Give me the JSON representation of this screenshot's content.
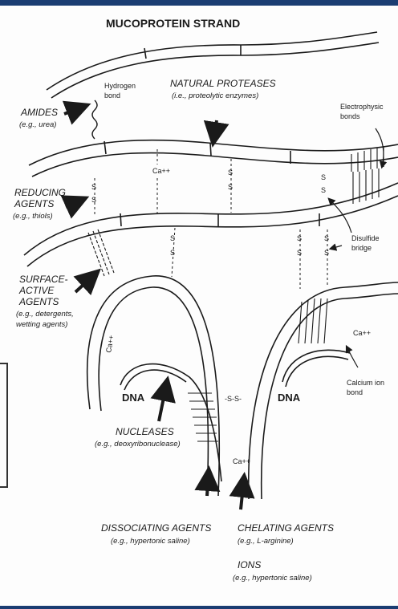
{
  "title": "MUCOPROTEIN STRAND",
  "labels": {
    "hydrogen_bond": [
      "Hydrogen",
      "bond"
    ],
    "natural_proteases": "NATURAL PROTEASES",
    "natural_proteases_sub": "(i.e., proteolytic enzymes)",
    "electrophysic": [
      "Electrophysic",
      "bonds"
    ],
    "amides": "AMIDES",
    "amides_sub": "(e.g., urea)",
    "reducing": [
      "REDUCING",
      "AGENTS"
    ],
    "reducing_sub": "(e.g., thiols)",
    "disulfide": [
      "Disulfide",
      "bridge"
    ],
    "surface": [
      "SURFACE-",
      "ACTIVE",
      "AGENTS"
    ],
    "surface_sub": [
      "(e.g., detergents,",
      "wetting agents)"
    ],
    "calcium": [
      "Calcium ion",
      "bond"
    ],
    "dna_left": "DNA",
    "dna_right": "DNA",
    "nucleases": "NUCLEASES",
    "nucleases_sub": "(e.g., deoxyribonuclease)",
    "dissociating": "DISSOCIATING AGENTS",
    "dissociating_sub": "(e.g., hypertonic saline)",
    "chelating": "CHELATING AGENTS",
    "chelating_sub": "(e.g., L-arginine)",
    "ions": "IONS",
    "ions_sub": "(e.g., hypertonic saline)",
    "ca_symbol": "Ca++",
    "ss_bond": "-S-S-",
    "s_atom": "S"
  }
}
